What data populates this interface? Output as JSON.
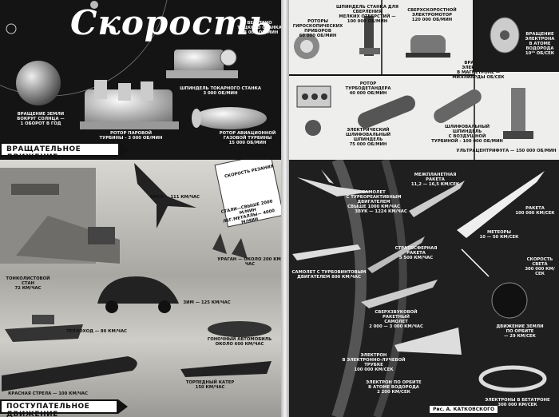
{
  "title": "Скорость",
  "banners": {
    "rotational": "ВРАЩАТЕЛЬНОЕ ДВИЖЕНИЕ",
    "translational": "ПОСТУПАТЕЛЬНОЕ ДВИЖЕНИЕ"
  },
  "credit": "Рис. А. КАТКОВСКОГО",
  "labels": {
    "earth": "ВРАЩЕНИЕ ЗЕМЛИ\nВОКРУГ СОЛНЦА —\n1 ОБОРОТ В ГОД",
    "spindle_lathe_small": "ВЕРЕТЕНО\nТАЦКОГО СТАНКА\n18 000 об/мин",
    "lathe_spindle": "ШПИНДЕЛЬ ТОКАРНОГО СТАНКА\n3 000 об/мин",
    "steam_turbine": "РОТОР ПАРОВОЙ\nТУРБИНЫ - 3 000 об/мин",
    "gas_turbine": "РОТОР АВИАЦИОННОЙ\nГАЗОВОЙ ТУРБИНЫ\n15 000 об/мин",
    "gyro": "РОТОРЫ\nГИРОСКОПИЧЕСКИХ ПРИБОРОВ\n60 000 об/мин",
    "drill_spindle": "ШПИНДЕЛЬ СТАНКА ДЛЯ СВЕРЛЕНИЯ\nМЕЛКИХ ОТВЕРСТИЙ —\n100 000 об/мин",
    "electromotor": "СВЕРХСКОРОСТНОЙ\nЭЛЕКТРОМОТОР\n120 000 об/мин",
    "electron_hydrogen": "ВРАЩЕНИЕ\nЭЛЕКТРОНА\nВ АТОМЕ\nВОДОРОДА\n10¹⁶ об/сек",
    "electron_magnetron": "ВРАЩЕНИЕ ЭЛЕКТРОНОВ\nВ МАГНЕТРОНЕ —\nМИЛЛИАРДЫ ОБ/СЕК",
    "turboexpander": "РОТОР\nТУРБОДЕТАНДЕРА\n40 000 об/мин",
    "electro_spindle": "ЭЛЕКТРИЧЕСКИЙ\nШЛИФОВАЛЬНЫЙ\nШПИНДЕЛЬ\n75 000 об/мин",
    "air_turbine_spindle": "ШЛИФОВАЛЬНЫЙ\nШПИНДЕЛЬ\nС ВОЗДУШНОЙ\nТУРБИНОЙ - 100 000 об/мин",
    "ultracentrifuge": "УЛЬТРАЦЕНТРИФУГА — 150 000 об/мин",
    "eagle": "ОРЕЛ — 111 км/час",
    "cutting_speed": "СКОРОСТЬ РЕЗАНИЯ",
    "cutting_values": "СТАЛИ—СВЫШЕ 2000 м/мин\nЛЕГ.МЕТАЛЛЫ— 4000 м/мин",
    "rolling_mill": "ТОНКОЛИСТОВОЙ СТАН\n72 км/час",
    "hurricane": "УРАГАН — около 200 км/час",
    "zim": "ЗИМ — 125 км/час",
    "ship": "ТЕПЛОХОД — 80 км/час",
    "race_car": "ГОНОЧНЫЙ АВТОМОБИЛЬ\nоколо 600 км/час",
    "red_arrow": "КРАСНАЯ СТРЕЛА — 100 км/час",
    "torpedo_boat": "ТОРПЕДНЫЙ КАТЕР\n150 км/час",
    "turbojet": "САМОЛЕТ\nС ТУРБОРЕАКТИВНЫМ ДВИГАТЕЛЕМ\nсвыше 1000 км/час",
    "sound": "ЗВУК — 1224 км/час",
    "turboprop": "САМОЛЕТ С ТУРБОВИНТОВЫМ\nДВИГАТЕЛЕМ 800 км/час",
    "stratospheric": "СТРАТОСФЕРНАЯ\nРАКЕТА\n5 500 км/час",
    "interplanetary": "МЕЖПЛАНЕТНАЯ\nРАКЕТА\n11,2 — 16,5 км/сек",
    "rocket": "РАКЕТА\n100 000 км/сек",
    "meteors": "МЕТЕОРЫ\n10 — 50 км/сек",
    "light": "СКОРОСТЬ\nСВЕТА\n300 000 км/сек",
    "supersonic": "СВЕРХЗВУКОВОЙ\nРАКЕТНЫЙ\nСАМОЛЕТ\n2 000 — 3 000 км/час",
    "electron_tube": "ЭЛЕКТРОН\nВ ЭЛЕКТРОННО-ЛУЧЕВОЙ ТРУБКЕ\n100 000 км/сек",
    "earth_orbit": "ДВИЖЕНИЕ ЗЕМЛИ\nПО ОРБИТЕ\n— 29 км/сек",
    "electron_orbit": "ЭЛЕКТРОН ПО ОРБИТЕ\nВ АТОМЕ ВОДОРОДА\n2 200 км/сек",
    "betatron": "ЭЛЕКТРОНЫ В БЕТАТРОНЕ\n300 000 км/сек"
  }
}
